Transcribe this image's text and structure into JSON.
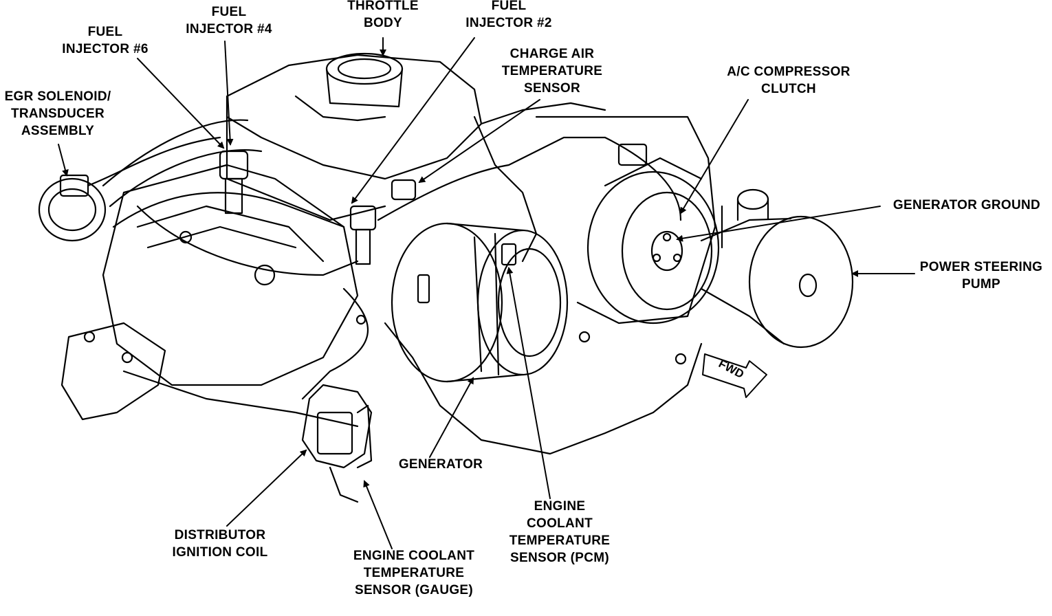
{
  "labels": {
    "throttle_body": [
      "THROTTLE",
      "BODY"
    ],
    "fuel_injector_4": [
      "FUEL",
      "INJECTOR #4"
    ],
    "fuel_injector_2": [
      "FUEL",
      "INJECTOR #2"
    ],
    "fuel_injector_6": [
      "FUEL",
      "INJECTOR #6"
    ],
    "egr_solenoid": [
      "EGR SOLENOID/",
      "TRANSDUCER",
      "ASSEMBLY"
    ],
    "charge_air_sensor": [
      "CHARGE AIR",
      "TEMPERATURE",
      "SENSOR"
    ],
    "ac_compressor_clutch": [
      "A/C COMPRESSOR",
      "CLUTCH"
    ],
    "generator_ground": [
      "GENERATOR GROUND"
    ],
    "power_steering_pump": [
      "POWER STEERING",
      "PUMP"
    ],
    "generator": [
      "GENERATOR"
    ],
    "ect_sensor_pcm": [
      "ENGINE",
      "COOLANT",
      "TEMPERATURE",
      "SENSOR (PCM)"
    ],
    "distributor_coil": [
      "DISTRIBUTOR",
      "IGNITION  COIL"
    ],
    "ect_sensor_gauge": [
      "ENGINE COOLANT",
      "TEMPERATURE",
      "SENSOR (GAUGE)"
    ]
  },
  "fwd_arrow": "FWD",
  "colors": {
    "ink": "#000000",
    "paper": "#ffffff"
  }
}
